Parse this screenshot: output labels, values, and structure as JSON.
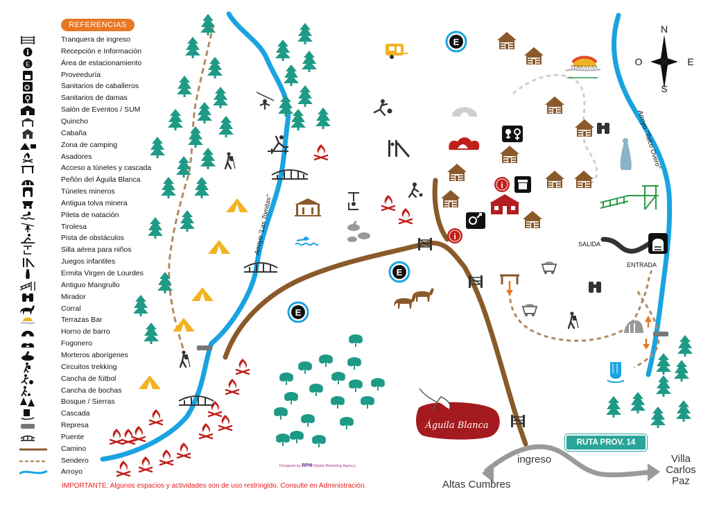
{
  "legend": {
    "title": "REFERENCIAS",
    "items": [
      {
        "icon": "gate-icon",
        "label": "Tranquera de ingreso"
      },
      {
        "icon": "info-icon",
        "label": "Recepción e Información"
      },
      {
        "icon": "parking-icon",
        "label": "Área de estacionamiento"
      },
      {
        "icon": "store-icon",
        "label": "Proveeduría"
      },
      {
        "icon": "mens-restroom-icon",
        "label": "Sanitarios de caballeros"
      },
      {
        "icon": "womens-restroom-icon",
        "label": "Sanitarios de damas"
      },
      {
        "icon": "event-hall-icon",
        "label": "Salón de Eventos / SUM"
      },
      {
        "icon": "quincho-icon",
        "label": "Quincho"
      },
      {
        "icon": "cabin-icon",
        "label": "Cabaña"
      },
      {
        "icon": "camping-icon",
        "label": "Zona de camping"
      },
      {
        "icon": "grill-icon",
        "label": "Asadores"
      },
      {
        "icon": "tunnel-access-icon",
        "label": "Acceso a túneles y cascada"
      },
      {
        "icon": "eagle-rock-icon",
        "label": "Peñón del Águila Blanca"
      },
      {
        "icon": "mine-tunnel-icon",
        "label": "Túneles mineros"
      },
      {
        "icon": "mine-cart-icon",
        "label": "Antigua tolva minera"
      },
      {
        "icon": "pool-icon",
        "label": "Pileta de natación"
      },
      {
        "icon": "zipline-icon",
        "label": "Tirolesa"
      },
      {
        "icon": "obstacle-course-icon",
        "label": "Pista de obstáculos"
      },
      {
        "icon": "kids-chairlift-icon",
        "label": "Silla aérea para niños"
      },
      {
        "icon": "playground-icon",
        "label": "Juegos infantiles"
      },
      {
        "icon": "chapel-icon",
        "label": "Ermita Virgen de Lourdes"
      },
      {
        "icon": "corral-fence-icon",
        "label": "Antiguo Mangrullo"
      },
      {
        "icon": "binoculars-icon",
        "label": "Mirador"
      },
      {
        "icon": "horse-icon",
        "label": "Corral"
      },
      {
        "icon": "terrace-bar-icon",
        "label": "Terrazas Bar"
      },
      {
        "icon": "clay-oven-icon",
        "label": "Horno de barro"
      },
      {
        "icon": "fire-pit-icon",
        "label": "Fogonero"
      },
      {
        "icon": "mortar-icon",
        "label": "Morteros aborígenes"
      },
      {
        "icon": "hiker-icon",
        "label": "Circuitos trekking"
      },
      {
        "icon": "soccer-icon",
        "label": "Cancha de fútbol"
      },
      {
        "icon": "bocce-icon",
        "label": "Cancha de bochas"
      },
      {
        "icon": "forest-icon",
        "label": "Bosque / Sierras"
      },
      {
        "icon": "waterfall-icon",
        "label": "Cascada"
      },
      {
        "icon": "dam-icon",
        "label": "Represa"
      },
      {
        "icon": "bridge-icon",
        "label": "Puente"
      },
      {
        "icon": "road-line-icon",
        "label": "Camino"
      },
      {
        "icon": "trail-line-icon",
        "label": "Sendero"
      },
      {
        "icon": "stream-line-icon",
        "label": "Arroyo"
      }
    ]
  },
  "map_labels": {
    "stream_west": "Arroyo \"Las Tomitas\"",
    "stream_east": "Arroyo \"Talco Overo\"",
    "exit": "SALIDA",
    "entrance": "ENTRADA",
    "entry_road": "ingreso",
    "dest_west": "Altas Cumbres",
    "dest_east": "Villa Carlos Paz",
    "route": "RUTA PROV. 14",
    "brand": "Águila Blanca",
    "parking_letter": "E",
    "info_letter": "i"
  },
  "compass": {
    "north": "N",
    "south": "S",
    "east": "E",
    "west": "O"
  },
  "terrazas_logo": "TERRAZAS",
  "footer": {
    "important": "IMPORTANTE: Algunos espacios y actividades son de uso restringido. Consulte en Administración.",
    "designed_by": "Designed by",
    "agency": "Digital Marketing Agency"
  },
  "colors": {
    "stream": "#1aa3e0",
    "road": "#8a5a2b",
    "trail": "#b08a62",
    "tree": "#1f9a86",
    "tent": "#f2b321",
    "fire": "#c0201a",
    "cabin": "#8a5a2b",
    "legend_title": "#e87722",
    "route_badge": "#2aa59a",
    "highway": "#9a9a9a"
  }
}
